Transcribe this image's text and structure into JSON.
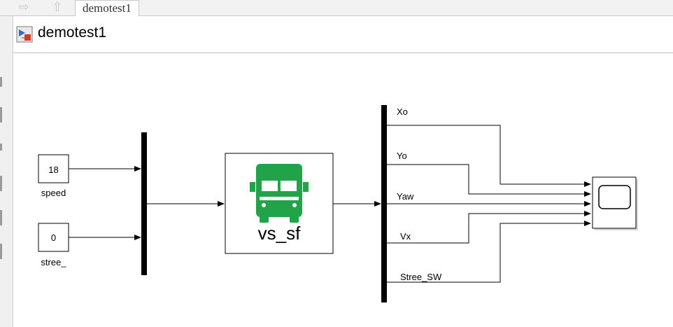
{
  "tab": {
    "label": "demotest1"
  },
  "header": {
    "title": "demotest1"
  },
  "blocks": {
    "speed": {
      "value": "18",
      "label": "speed"
    },
    "stree": {
      "value": "0",
      "label": "stree_"
    },
    "vehicle": {
      "label": "vs_sf",
      "color": "#21a34a"
    }
  },
  "signals": [
    "Xo",
    "Yo",
    "Yaw",
    "Vx",
    "Stree_SW"
  ]
}
